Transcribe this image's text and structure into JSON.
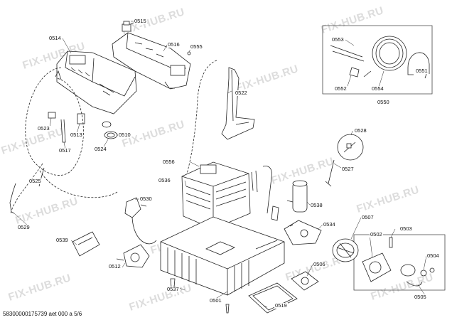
{
  "watermark": "FIX-HUB.RU",
  "footer": "58300000175739 aet 000 a 5/6",
  "labels": {
    "l0515": "0515",
    "l0514": "0514",
    "l0516": "0516",
    "l0555": "0555",
    "l0553": "0553",
    "l0551": "0551",
    "l0552": "0552",
    "l0554": "0554",
    "l0550": "0550",
    "l0522": "0522",
    "l0523": "0523",
    "l0513": "0513",
    "l0510": "0510",
    "l0517": "0517",
    "l0524": "0524",
    "l0528": "0528",
    "l0527": "0527",
    "l0556": "0556",
    "l0536": "0536",
    "l0525": "0525",
    "l0530": "0530",
    "l0538": "0538",
    "l0529": "0529",
    "l0534": "0534",
    "l0507": "0507",
    "l0539": "0539",
    "l0502": "0502",
    "l0503": "0503",
    "l0504": "0504",
    "l0512": "0512",
    "l0506": "0506",
    "l0537": "0537",
    "l0501": "0501",
    "l0519": "0519",
    "l0505": "0505"
  }
}
